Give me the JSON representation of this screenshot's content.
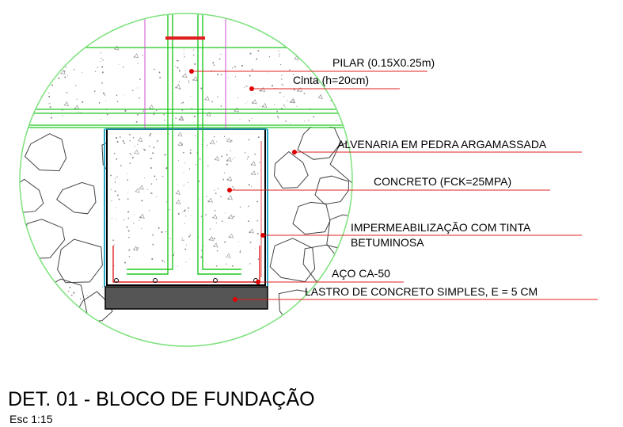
{
  "labels": {
    "pilar": "PILAR (0.15X0.25m)",
    "cinta": "Cinta  (h=20cm)",
    "alvenaria": "ALVENARIA EM PEDRA ARGAMASSADA",
    "concreto": "CONCRETO (FCK=25MPA)",
    "impermeabilizacao_1": "IMPERMEABILIZAÇÃO COM TINTA",
    "impermeabilizacao_2": "BETUMINOSA",
    "aco": "AÇO CA-50",
    "lastro": "LASTRO DE CONCRETO SIMPLES, E = 5 CM"
  },
  "title": "DET.  01 - BLOCO DE FUNDAÇÃO",
  "scale": "Esc 1:15",
  "colors": {
    "circle": "#7de27d",
    "rebar": "#22c722",
    "leader": "#e02020",
    "dot": "#e00000",
    "waterproof": "#2aa9c9",
    "lastro_fill": "#555555",
    "pilar_outline": "#d14fd1",
    "concrete_speckle": "#9a9a9a"
  }
}
